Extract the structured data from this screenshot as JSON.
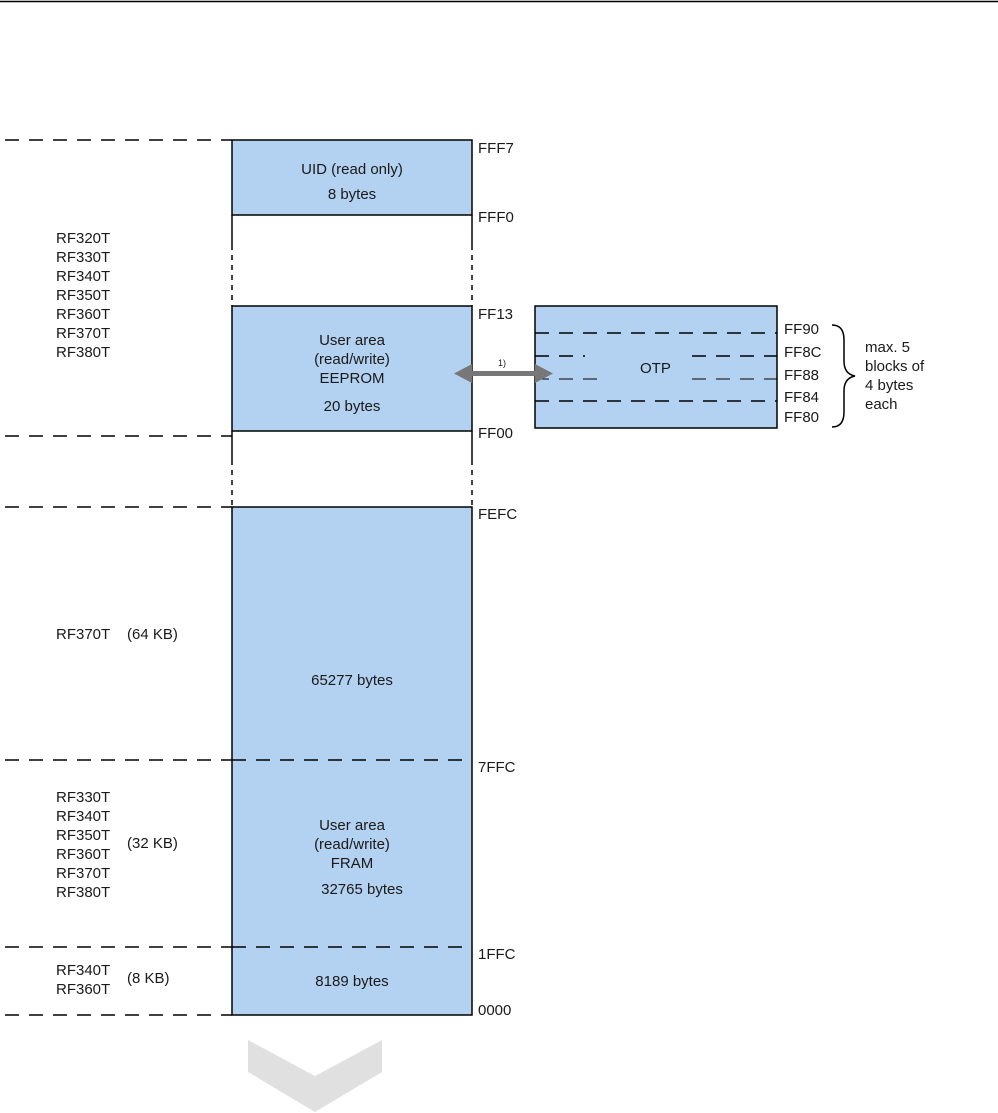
{
  "colors": {
    "block_fill": "#b3d1f0",
    "outline": "#000000",
    "arrow": "#777777",
    "chevron": "#e0e0e0"
  },
  "blocks": {
    "uid": {
      "title": "UID (read only)",
      "size": "8 bytes"
    },
    "eeprom": {
      "line1": "User area",
      "line2": "(read/write)",
      "line3": "EEPROM",
      "size": "20 bytes"
    },
    "fram_64": {
      "size": "65277 bytes"
    },
    "fram_32": {
      "line1": "User area",
      "line2": "(read/write)",
      "line3": "FRAM",
      "size": "32765 bytes"
    },
    "fram_8": {
      "size": "8189 bytes"
    }
  },
  "addresses": {
    "fff7": "FFF7",
    "fff0": "FFF0",
    "ff13": "FF13",
    "ff00": "FF00",
    "fefc": "FEFC",
    "7ffc": "7FFC",
    "1ffc": "1FFC",
    "0000": "0000"
  },
  "otp": {
    "label": "OTP",
    "addresses": [
      "FF90",
      "FF8C",
      "FF88",
      "FF84",
      "FF80"
    ],
    "note": "max. 5\nblocks of\n4 bytes\neach",
    "footnote": "1)"
  },
  "groups": {
    "eeprom_models": "RF320T\nRF330T\nRF340T\nRF350T\nRF360T\nRF370T\nRF380T",
    "kb64_model": "RF370T",
    "kb64_size": "(64 KB)",
    "kb32_models": "RF330T\nRF340T\nRF350T\nRF360T\nRF370T\nRF380T",
    "kb32_size": "(32 KB)",
    "kb8_models": "RF340T\nRF360T",
    "kb8_size": "(8 KB)"
  }
}
